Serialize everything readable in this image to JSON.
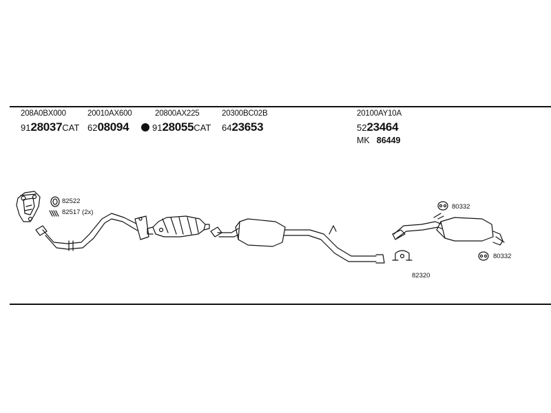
{
  "parts": [
    {
      "oem": "208A0BX000",
      "prefix": "91",
      "code": "28037",
      "suffix": "CAT"
    },
    {
      "oem": "20010AX600",
      "prefix": "62",
      "code": "08094",
      "suffix": ""
    },
    {
      "oem": "20800AX225",
      "prefix": "91",
      "code": "28055",
      "suffix": "CAT"
    },
    {
      "oem": "20300BC02B",
      "prefix": "64",
      "code": "23653",
      "suffix": ""
    },
    {
      "oem": "20100AY10A",
      "prefix": "52",
      "code": "23464",
      "suffix": "",
      "mk_label": "MK",
      "mk_value": "86449"
    }
  ],
  "accessories": {
    "gasket_front": "82522",
    "bolts_front": "82517 (2x)",
    "clamp_rear": "82320",
    "hanger_top": "80332",
    "hanger_bottom": "80332"
  }
}
